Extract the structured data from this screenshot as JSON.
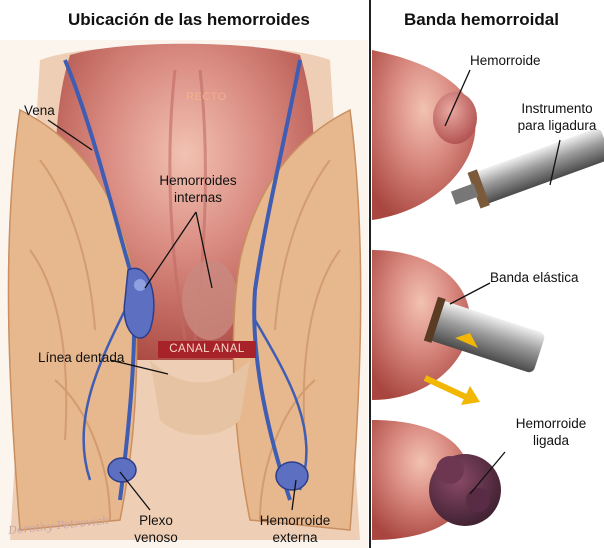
{
  "left_panel": {
    "title": "Ubicación de las hemorroides",
    "labels": {
      "vena": "Vena",
      "recto": "RECTO",
      "internas_line1": "Hemorroides",
      "internas_line2": "internas",
      "canal_anal": "CANAL ANAL",
      "linea_dentada": "Línea dentada",
      "plexo_line1": "Plexo",
      "plexo_line2": "venoso",
      "externa_line1": "Hemorroide",
      "externa_line2": "externa"
    },
    "signature": "Dorothy Petrovich"
  },
  "right_panel": {
    "title": "Banda hemorroidal",
    "labels": {
      "hemorroide": "Hemorroide",
      "instrumento_line1": "Instrumento",
      "instrumento_line2": "para ligadura",
      "banda": "Banda elástica",
      "ligada_line1": "Hemorroide",
      "ligada_line2": "ligada"
    }
  },
  "colors": {
    "tissue_pink": "#d98a80",
    "rectum_deep": "#b8524c",
    "vein_blue": "#3f5db3",
    "muscle_tan": "#e7b88e",
    "canal_red": "#a8222a",
    "arrow_yellow": "#f2b705"
  }
}
